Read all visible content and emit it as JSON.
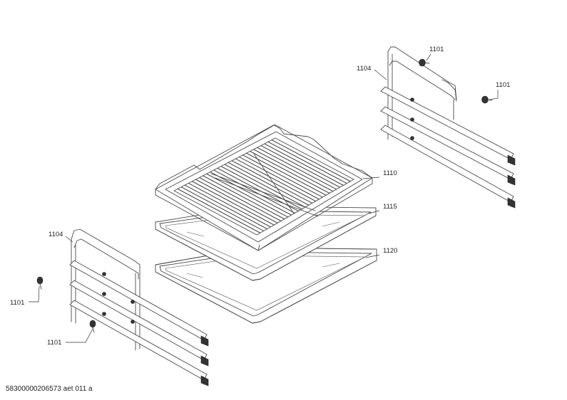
{
  "parts": {
    "tray_deep": "1120",
    "tray_flat": "1115",
    "wire_shelf": "1110",
    "rails_left": "1104",
    "rails_right": "1104",
    "screw_left_a": "1101",
    "screw_left_b": "1101",
    "screw_right_a": "1101",
    "screw_right_b": "1101"
  },
  "footer": {
    "document_code": "58300000206573 aet 011 a"
  }
}
